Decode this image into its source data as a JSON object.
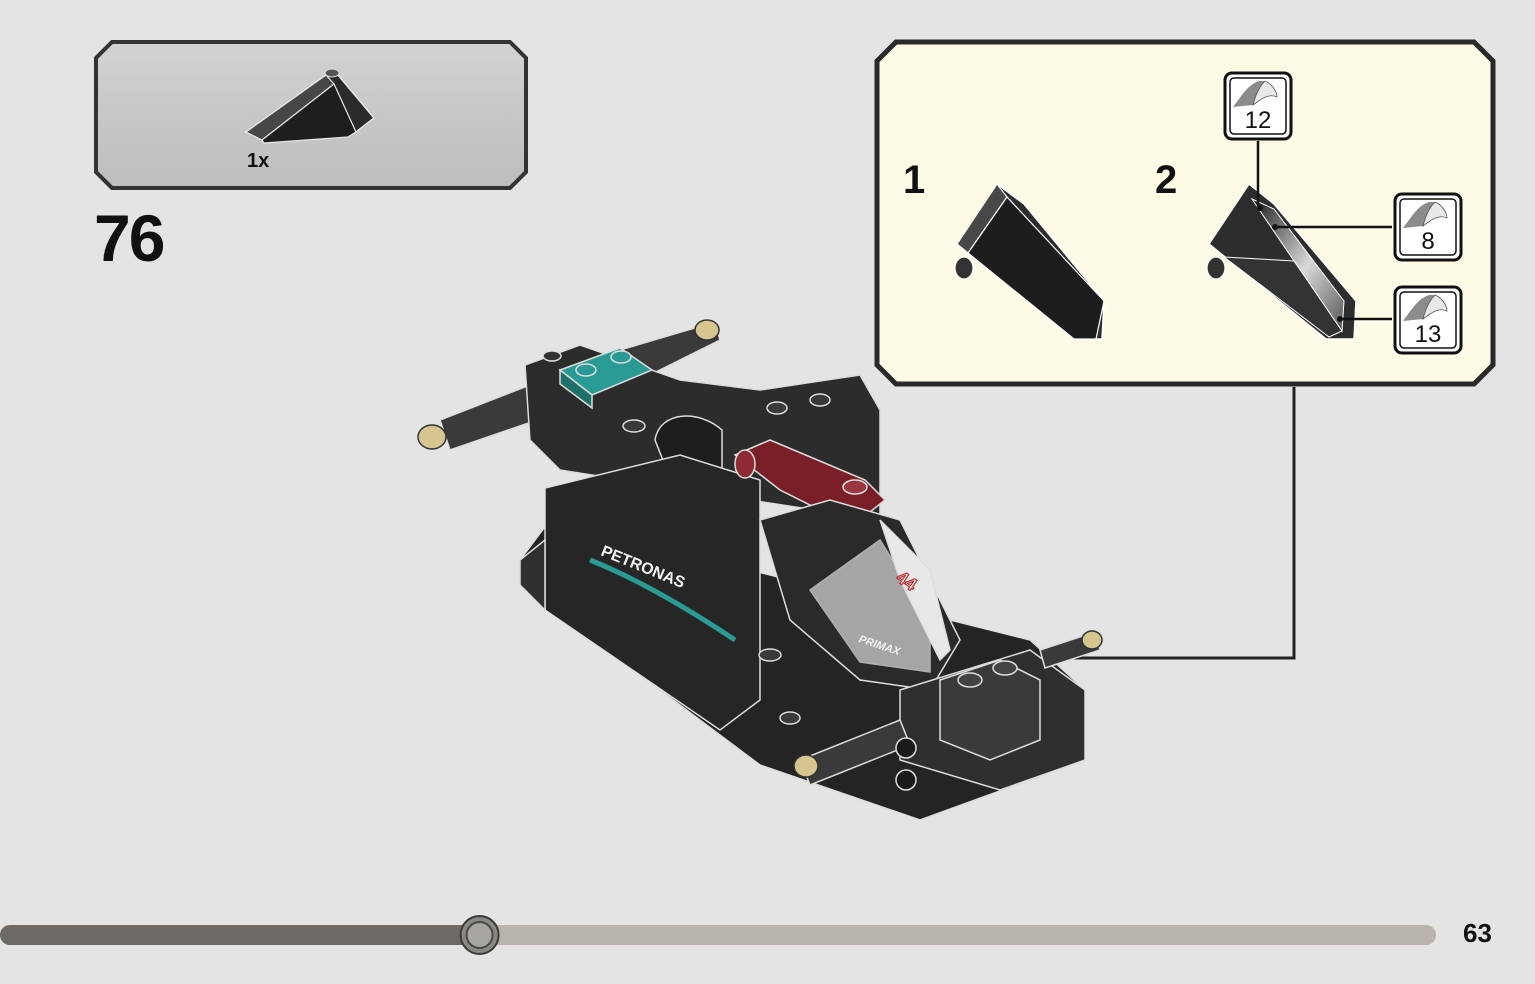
{
  "parts_callout": {
    "quantity_label": "1x",
    "part_icon": "wedge-slope-brick-icon"
  },
  "step": {
    "number": "76"
  },
  "sub_steps": [
    {
      "label": "1"
    },
    {
      "label": "2"
    }
  ],
  "stickers": [
    {
      "number": "12",
      "icon": "sticker-icon"
    },
    {
      "number": "8",
      "icon": "sticker-icon"
    },
    {
      "number": "13",
      "icon": "sticker-icon"
    }
  ],
  "model_decals": {
    "sponsor": "PETRONAS",
    "sub_sponsor": "PRIMAX",
    "car_number": "44"
  },
  "page": {
    "number": "63",
    "progress_fraction": 0.327
  },
  "colors": {
    "background": "#e4e4e4",
    "callout_fill": "#fdfbe6",
    "parts_fill": "#c9c9c9",
    "teal_accent": "#2a9a94",
    "dark_red": "#7a1e28"
  }
}
